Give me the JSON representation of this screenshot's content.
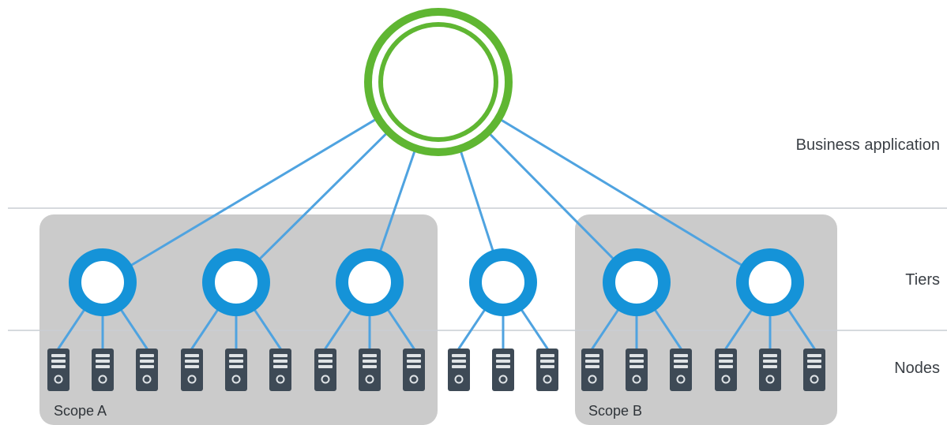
{
  "labels": {
    "business_application": "Business application",
    "tiers": "Tiers",
    "nodes": "Nodes",
    "scope_a": "Scope A",
    "scope_b": "Scope B"
  },
  "colors": {
    "business_ring": "#5fb632",
    "tier_ring": "#1593d8",
    "connector": "#4fa3e0",
    "scope_box": "#cbcbcb",
    "separator": "#c9ced3",
    "server": "#3e4a56",
    "server_light": "#dfe3e6"
  },
  "icons": {
    "application": "business-application-ring-icon",
    "tier": "tier-ring-icon",
    "node": "server-icon"
  },
  "structure": {
    "tier_count": 6,
    "nodes_per_tier": 3,
    "scope_a_tiers": [
      0,
      1,
      2
    ],
    "scope_b_tiers": [
      4,
      5
    ],
    "unscoped_tiers": [
      3
    ]
  }
}
